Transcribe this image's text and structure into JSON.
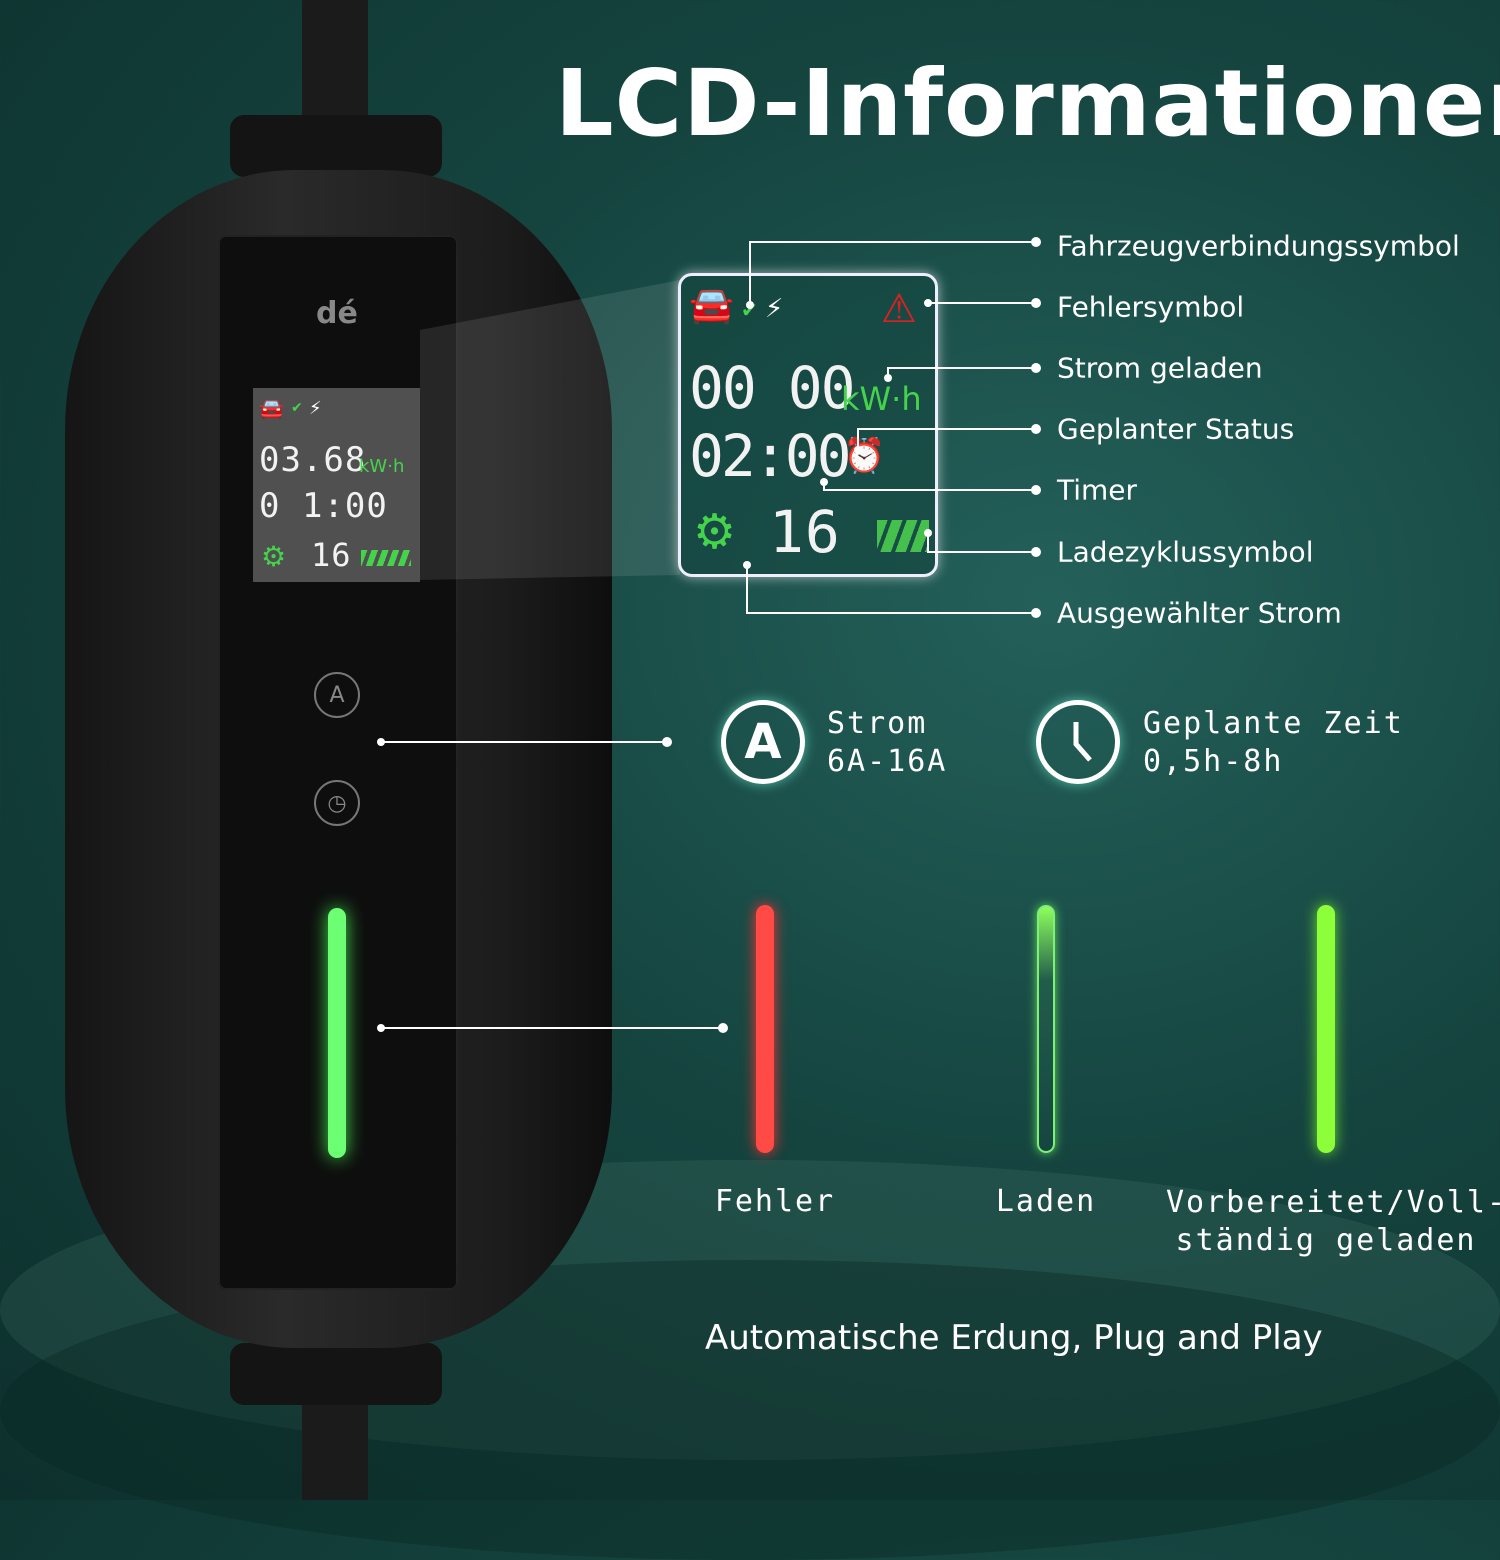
{
  "title": "LCD-Informationen",
  "device": {
    "logo": "dé",
    "lcd": {
      "energy": "03.68",
      "unit": "kWh",
      "unit_display": "kW·h",
      "timer": "0 1:00",
      "current": "16"
    },
    "button_a": "A"
  },
  "big_lcd": {
    "energy": "00 00",
    "unit_display": "kW·h",
    "timer": "02:00",
    "current": "16"
  },
  "callouts": [
    "Fahrzeugverbindungssymbol",
    "Fehlersymbol",
    "Strom geladen",
    "Geplanter Status",
    "Timer",
    "Ladezyklussymbol",
    "Ausgewählter Strom"
  ],
  "features": [
    {
      "icon": "A",
      "title": "Strom",
      "value": "6A-16A"
    },
    {
      "title": "Geplante Zeit",
      "value": "0,5h-8h"
    }
  ],
  "indicators": [
    {
      "label": "Fehler",
      "color": "#ff4a45"
    },
    {
      "label": "Laden",
      "color": "#7ef07a"
    },
    {
      "label_line1": "Vorbereitet/Voll-",
      "label_line2": "ständig geladen",
      "color": "#8dff3a"
    }
  ],
  "footer": "Automatische Erdung, Plug and Play"
}
